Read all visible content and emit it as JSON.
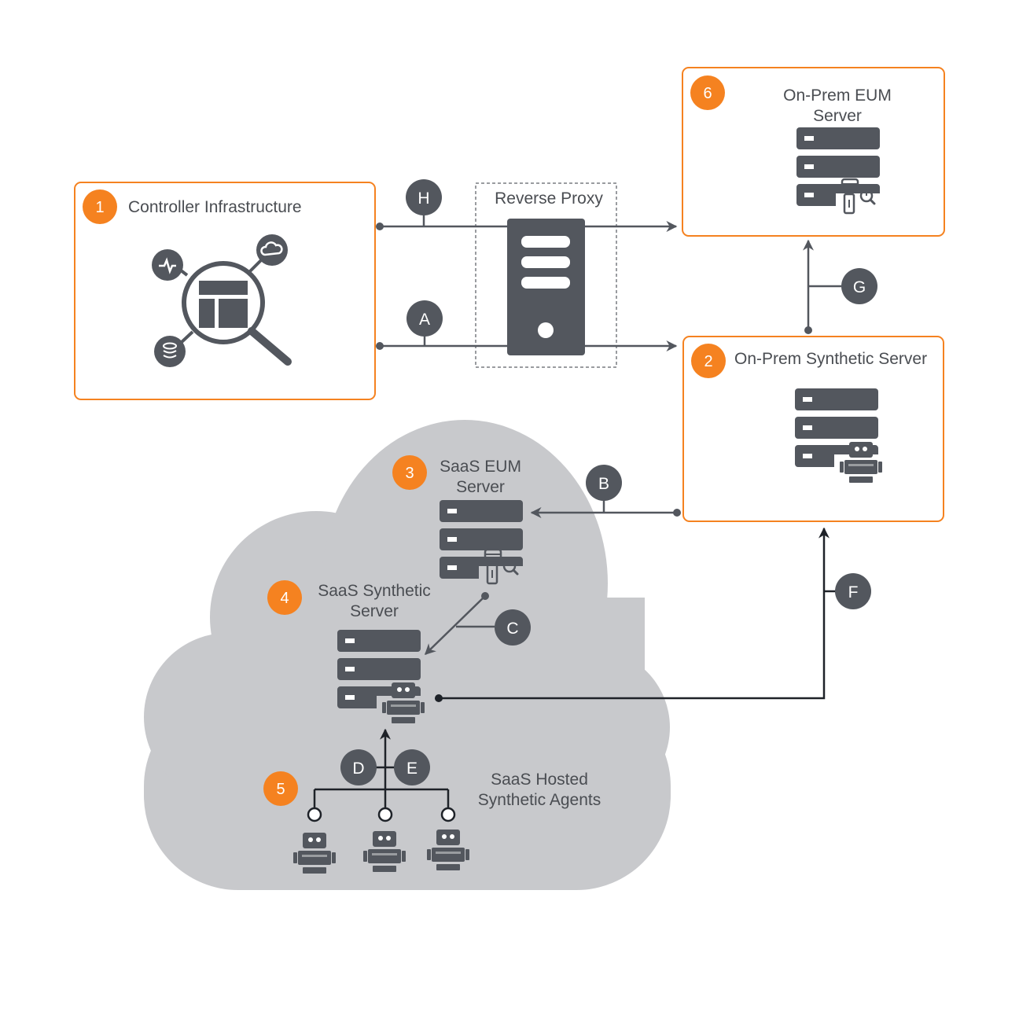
{
  "colors": {
    "orange": "#f58220",
    "dark": "#53575e",
    "cloud": "#c8c9cc",
    "line": "#53575e",
    "white": "#ffffff"
  },
  "nodes": {
    "controller": {
      "number": "1",
      "title": "Controller Infrastructure",
      "icon": "analytics-magnifier-icon"
    },
    "synthetic_server": {
      "number": "2",
      "title": "On-Prem Synthetic Server",
      "icon": "server-robot-icon"
    },
    "saas_eum": {
      "number": "3",
      "title_line1": "SaaS EUM",
      "title_line2": "Server",
      "icon": "server-devices-icon"
    },
    "saas_synthetic": {
      "number": "4",
      "title_line1": "SaaS Synthetic",
      "title_line2": "Server",
      "icon": "server-robot-icon"
    },
    "agents": {
      "number": "5",
      "title_line1": "SaaS Hosted",
      "title_line2": "Synthetic Agents",
      "icon": "robot-icon"
    },
    "eum_server": {
      "number": "6",
      "title_line1": "On-Prem EUM",
      "title_line2": "Server",
      "icon": "server-devices-icon"
    },
    "proxy": {
      "title": "Reverse Proxy",
      "icon": "tower-server-icon"
    }
  },
  "connections": {
    "A": "A",
    "B": "B",
    "C": "C",
    "D": "D",
    "E": "E",
    "F": "F",
    "G": "G",
    "H": "H"
  }
}
